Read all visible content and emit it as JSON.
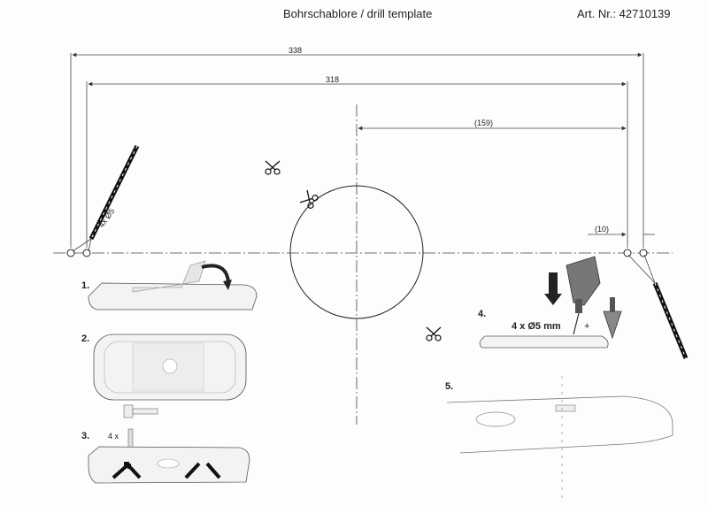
{
  "header": {
    "title": "Bohrschablore / drill template",
    "article_number": "Art. Nr.: 42710139"
  },
  "dimensions": {
    "overall": "338",
    "inner": "318",
    "half": "(159)",
    "offset": "(10)",
    "bit_label": "4x Ø5"
  },
  "steps": [
    {
      "number": "1."
    },
    {
      "number": "2."
    },
    {
      "number": "3.",
      "note": "4 x"
    },
    {
      "number": "4.",
      "note": "4 x Ø5 mm"
    },
    {
      "number": "5."
    }
  ],
  "icons": [
    "scissors-icon",
    "drill-bit-icon",
    "drill-icon",
    "countersink-icon"
  ]
}
